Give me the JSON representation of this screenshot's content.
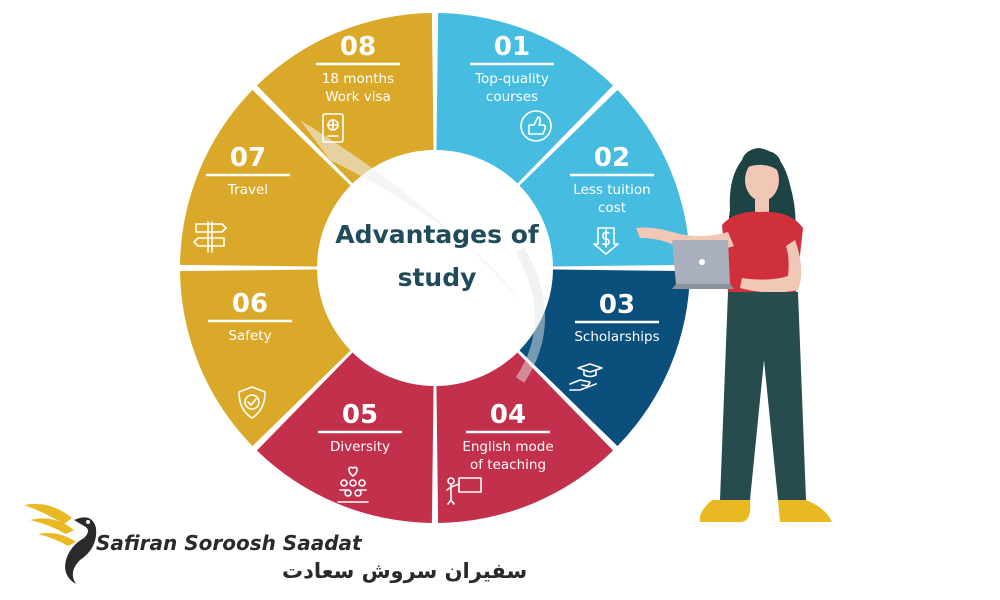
{
  "diagram": {
    "title_lines": [
      "Advantages of",
      "study"
    ],
    "colors": {
      "cyan": "#46bde0",
      "navy": "#0b4f7c",
      "crimson": "#c3304b",
      "gold": "#dba92a",
      "title": "#1f4b5b"
    },
    "segments": [
      {
        "number": "01",
        "lines": [
          "Top-quality",
          "courses"
        ],
        "icon": "thumbs-up-icon",
        "color": "cyan"
      },
      {
        "number": "02",
        "lines": [
          "Less tuition",
          "cost"
        ],
        "icon": "price-drop-icon",
        "color": "cyan"
      },
      {
        "number": "03",
        "lines": [
          "Scholarships"
        ],
        "icon": "graduation-hand-icon",
        "color": "navy"
      },
      {
        "number": "04",
        "lines": [
          "English mode",
          "of teaching"
        ],
        "icon": "teacher-board-icon",
        "color": "crimson"
      },
      {
        "number": "05",
        "lines": [
          "Diversity"
        ],
        "icon": "people-group-icon",
        "color": "crimson"
      },
      {
        "number": "06",
        "lines": [
          "Safety"
        ],
        "icon": "shield-check-icon",
        "color": "gold"
      },
      {
        "number": "07",
        "lines": [
          "Travel"
        ],
        "icon": "signpost-icon",
        "color": "gold"
      },
      {
        "number": "08",
        "lines": [
          "18 months",
          "Work visa"
        ],
        "icon": "passport-icon",
        "color": "gold"
      }
    ]
  },
  "illustration": {
    "icon": "woman-with-laptop-icon",
    "colors": {
      "shirt": "#d02f3c",
      "pants": "#264c4e",
      "hair": "#1e4345",
      "skin": "#f1c7b5",
      "laptop": "#a9b0bb",
      "shoes": "#e8b923"
    }
  },
  "brand": {
    "name_en": "Safiran Soroosh Saadat",
    "name_fa": "سفیران سروش سعادت",
    "icon": "eagle-logo-icon",
    "colors": {
      "wing": "#e8b923",
      "text": "#2a2a2a"
    }
  }
}
